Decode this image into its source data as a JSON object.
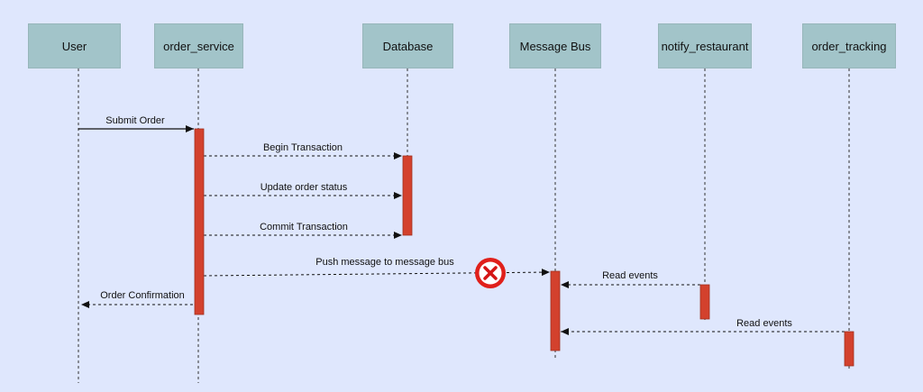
{
  "participants": [
    {
      "id": "user",
      "label": "User"
    },
    {
      "id": "order_service",
      "label": "order_service"
    },
    {
      "id": "database",
      "label": "Database"
    },
    {
      "id": "message_bus",
      "label": "Message Bus"
    },
    {
      "id": "notify_restaurant",
      "label": "notify_restaurant"
    },
    {
      "id": "order_tracking",
      "label": "order_tracking"
    }
  ],
  "messages": [
    {
      "id": "submit_order",
      "label": "Submit Order",
      "from": "user",
      "to": "order_service",
      "style": "solid"
    },
    {
      "id": "begin_transaction",
      "label": "Begin Transaction",
      "from": "order_service",
      "to": "database",
      "style": "dashed"
    },
    {
      "id": "update_order_status",
      "label": "Update order status",
      "from": "order_service",
      "to": "database",
      "style": "dashed"
    },
    {
      "id": "commit_transaction",
      "label": "Commit Transaction",
      "from": "order_service",
      "to": "database",
      "style": "dashed"
    },
    {
      "id": "push_message",
      "label": "Push message to message bus",
      "from": "order_service",
      "to": "message_bus",
      "style": "dashed",
      "failed": true
    },
    {
      "id": "read_events_1",
      "label": "Read events",
      "from": "notify_restaurant",
      "to": "message_bus",
      "style": "dashed"
    },
    {
      "id": "order_confirmation",
      "label": "Order Confirmation",
      "from": "order_service",
      "to": "user",
      "style": "dashed"
    },
    {
      "id": "read_events_2",
      "label": "Read events",
      "from": "order_tracking",
      "to": "message_bus",
      "style": "dashed"
    }
  ],
  "colors": {
    "background": "#dfe7fd",
    "participant_fill": "#a2c4c9",
    "activation_fill": "#d3412d",
    "error_icon": "#e0201b"
  },
  "icons": {
    "failure": "x-circle-icon"
  }
}
